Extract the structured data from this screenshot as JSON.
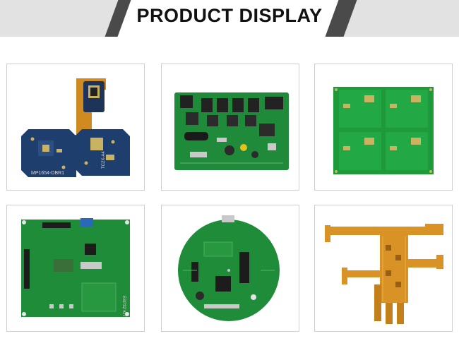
{
  "header": {
    "title": "PRODUCT DISPLAY"
  },
  "products": [
    {
      "label": "MP1654-DBR1",
      "label2": "TC2X-A4"
    },
    {},
    {},
    {
      "label": "ESP32 KIT"
    },
    {},
    {}
  ]
}
